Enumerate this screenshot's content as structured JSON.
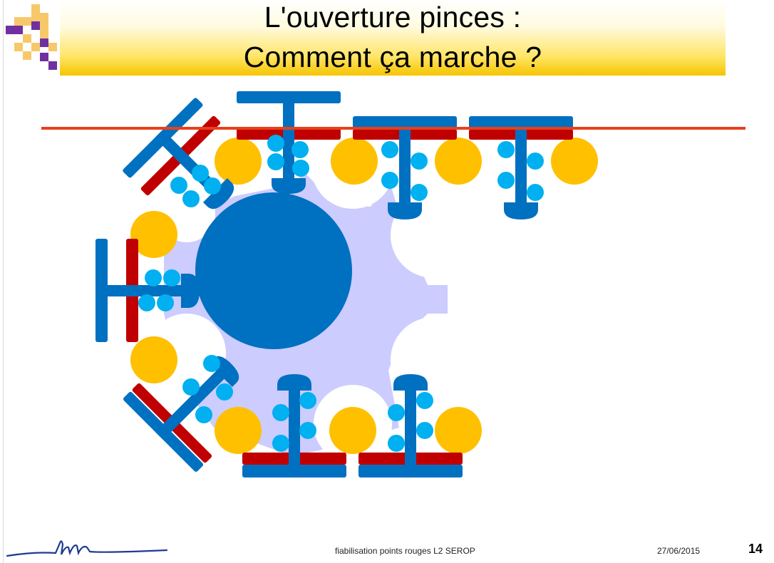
{
  "slide": {
    "title_line1": "L'ouverture pinces :",
    "title_line2": "Comment ça marche ?"
  },
  "footer": {
    "center_text": "fiabilisation points rouges L2 SEROP",
    "date": "27/06/2015",
    "page_number": "14"
  },
  "colors": {
    "wheel": "#ccccff",
    "hub": "#0070c0",
    "gripper": "#0070c0",
    "gripper_pad": "#c00000",
    "balls": "#00b0f0",
    "bottles": "#ffc000",
    "guide_line": "#e8401c",
    "title_gradient_end": "#f5c400",
    "deco_orange": "#f7c86a",
    "deco_purple": "#7030a0"
  },
  "icons": {
    "logo": "signature-logo-icon",
    "corner_decoration": "pixel-squares-decoration-icon"
  }
}
